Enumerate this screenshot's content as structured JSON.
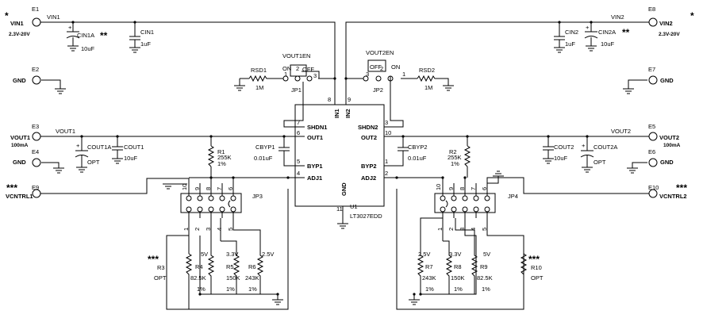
{
  "inputs": {
    "e1": {
      "ref": "E1",
      "name": "VIN1",
      "range": "2.3V-20V",
      "star": "*"
    },
    "e8": {
      "ref": "E8",
      "name": "VIN2",
      "range": "2.3V-20V",
      "star": "*"
    },
    "e2": {
      "ref": "E2",
      "name": "GND"
    },
    "e7": {
      "ref": "E7",
      "name": "GND"
    }
  },
  "outputs": {
    "e3": {
      "ref": "E3",
      "name": "VOUT1",
      "current": "100mA"
    },
    "e4": {
      "ref": "E4",
      "name": "GND"
    },
    "e9": {
      "ref": "E9",
      "name": "VCNTRL1",
      "stars": "***"
    },
    "e5": {
      "ref": "E5",
      "name": "VOUT2",
      "current": "100mA"
    },
    "e6": {
      "ref": "E6",
      "name": "GND"
    },
    "e10": {
      "ref": "E10",
      "name": "VCNTRL2",
      "stars": "***"
    }
  },
  "nets": {
    "vin1": "VIN1",
    "vin2": "VIN2",
    "vout1": "VOUT1",
    "vout2": "VOUT2"
  },
  "caps": {
    "cin1a": {
      "ref": "CIN1A",
      "value": "10uF",
      "stars": "**",
      "plus": "+"
    },
    "cin1": {
      "ref": "CIN1",
      "value": "1uF"
    },
    "cin2": {
      "ref": "CIN2",
      "value": "1uF"
    },
    "cin2a": {
      "ref": "CIN2A",
      "value": "10uF",
      "stars": "**",
      "plus": "+"
    },
    "cout1a": {
      "ref": "COUT1A",
      "value": "OPT",
      "plus": "+"
    },
    "cout1": {
      "ref": "COUT1",
      "value": "10uF"
    },
    "cout2": {
      "ref": "COUT2",
      "value": "10uF"
    },
    "cout2a": {
      "ref": "COUT2A",
      "value": "OPT",
      "plus": "+"
    },
    "cbyp1": {
      "ref": "CBYP1",
      "value": "0.01uF"
    },
    "cbyp2": {
      "ref": "CBYP2",
      "value": "0.01uF"
    }
  },
  "jumpers": {
    "jp1": {
      "name": "VOUT1EN",
      "ref": "JP1",
      "on": "ON",
      "off": "OFF",
      "p1": "1",
      "p2": "2",
      "p3": "3"
    },
    "jp2": {
      "name": "VOUT2EN",
      "ref": "JP2",
      "on": "ON",
      "off": "OFF",
      "p1": "1",
      "p2": "2",
      "p3": "3"
    },
    "jp3": {
      "ref": "JP3",
      "top": [
        "10",
        "9",
        "8",
        "7",
        "6"
      ],
      "bot": [
        "1",
        "2",
        "3",
        "4",
        "5"
      ]
    },
    "jp4": {
      "ref": "JP4",
      "top": [
        "10",
        "9",
        "8",
        "7",
        "6"
      ],
      "bot": [
        "1",
        "2",
        "3",
        "4",
        "5"
      ]
    }
  },
  "resistors": {
    "rsd1": {
      "ref": "RSD1",
      "value": "1M"
    },
    "rsd2": {
      "ref": "RSD2",
      "value": "1M"
    },
    "r1": {
      "ref": "R1",
      "value": "255K",
      "tol": "1%"
    },
    "r2": {
      "ref": "R2",
      "value": "255K",
      "tol": "1%"
    },
    "r3": {
      "ref": "R3",
      "value": "OPT",
      "stars": "***"
    },
    "r4": {
      "ref": "R4",
      "value": "82.5K",
      "tol": "1%",
      "volt": "5V"
    },
    "r5": {
      "ref": "R5",
      "value": "150K",
      "tol": "1%",
      "volt": "3.3V"
    },
    "r6": {
      "ref": "R6",
      "value": "243K",
      "tol": "1%",
      "volt": "2.5V"
    },
    "r7": {
      "ref": "R7",
      "value": "243K",
      "tol": "1%",
      "volt": "2.5V"
    },
    "r8": {
      "ref": "R8",
      "value": "150K",
      "tol": "1%",
      "volt": "3.3V"
    },
    "r9": {
      "ref": "R9",
      "value": "82.5K",
      "tol": "1%",
      "volt": "5V"
    },
    "r10": {
      "ref": "R10",
      "value": "OPT",
      "stars": "***"
    }
  },
  "ic": {
    "ref": "U1",
    "part": "LT3027EDD",
    "pins": {
      "shdn1": "SHDN1",
      "out1": "OUT1",
      "byp1": "BYP1",
      "adj1": "ADJ1",
      "shdn2": "SHDN2",
      "out2": "OUT2",
      "byp2": "BYP2",
      "adj2": "ADJ2",
      "in1": "IN1",
      "in2": "IN2",
      "gnd": "GND"
    },
    "pin_numbers": {
      "shdn1": "7",
      "out1": "6",
      "byp1": "5",
      "adj1": "4",
      "shdn2": "3",
      "out2": "10",
      "byp2": "1",
      "adj2": "2",
      "in1": "8",
      "in2": "9",
      "gnd": "11"
    }
  }
}
